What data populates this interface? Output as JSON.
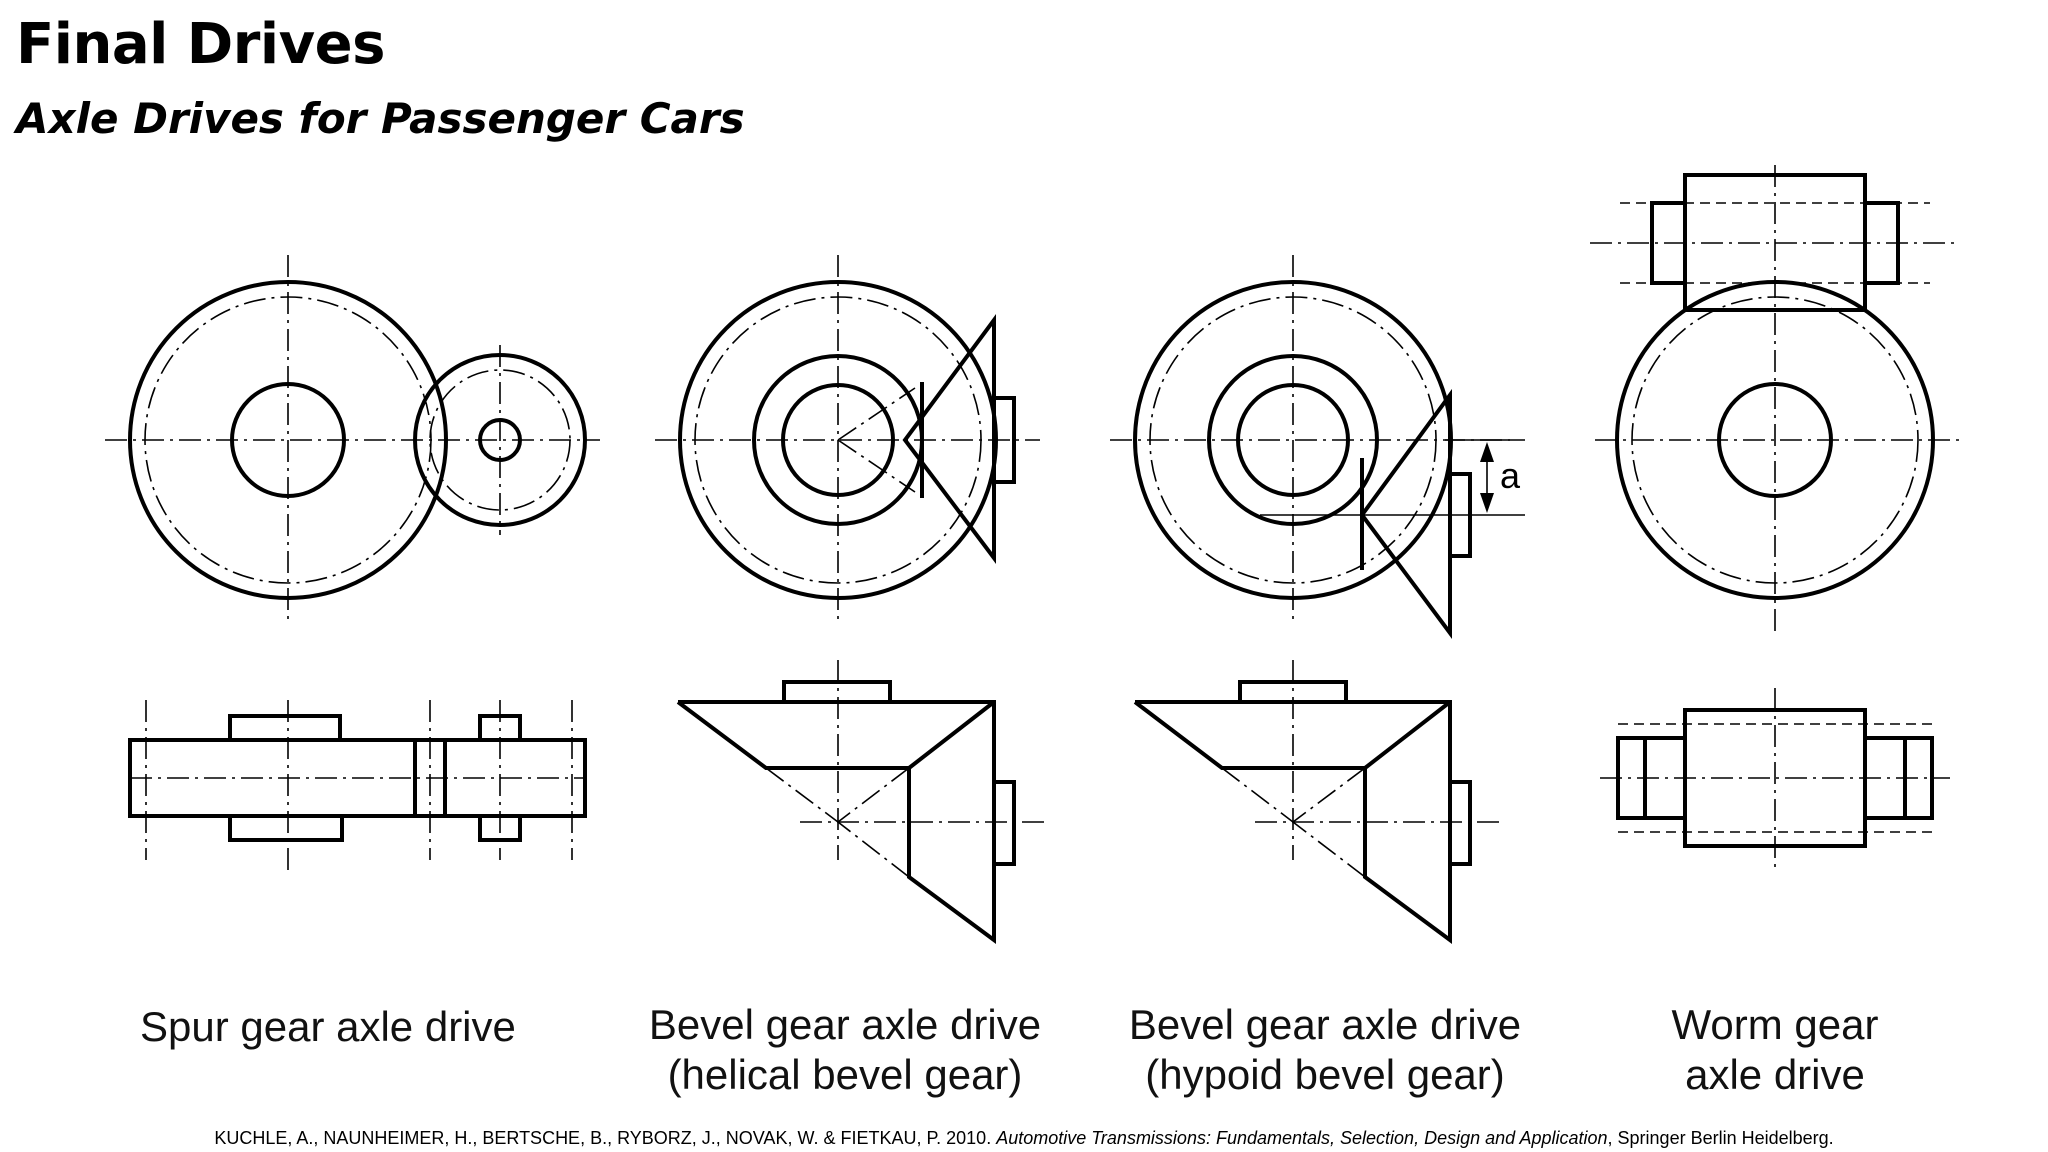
{
  "header": {
    "title": "Final Drives",
    "subtitle": "Axle Drives for Passenger Cars"
  },
  "figure": {
    "dimension_label": "a",
    "captions": [
      {
        "line1": "Spur gear axle drive",
        "line2": ""
      },
      {
        "line1": "Bevel gear axle drive",
        "line2": "(helical bevel gear)"
      },
      {
        "line1": "Bevel gear axle drive",
        "line2": "(hypoid bevel gear)"
      },
      {
        "line1": "Worm gear",
        "line2": "axle drive"
      }
    ]
  },
  "citation": {
    "authors": "KUCHLE, A., NAUNHEIMER, H., BERTSCHE, B., RYBORZ, J., NOVAK, W. & FIETKAU, P. 2010.",
    "book_title": "Automotive Transmissions: Fundamentals, Selection, Design and Application",
    "publisher": ", Springer Berlin Heidelberg."
  }
}
